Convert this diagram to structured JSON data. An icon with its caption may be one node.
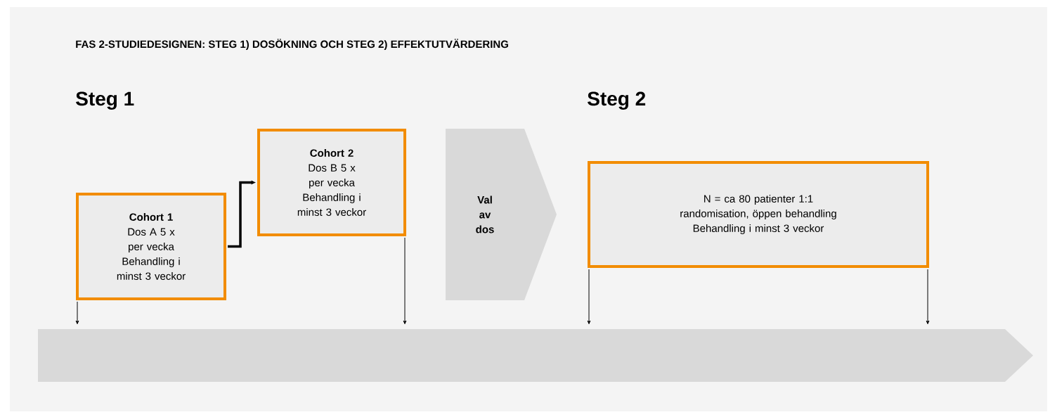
{
  "diagram": {
    "title": "FAS 2-STUDIEDESIGNEN: STEG 1) DOSÖKNING OCH STEG 2) EFFEKTUTVÄRDERING",
    "nodes": [
      {
        "text": [
          "Cohort 1",
          "Dos A 5 x per vecka Behandling i minst 3 veckor"
        ]
      },
      {
        "text": [
          "Cohort 2",
          "Dos B 5 x per vecka Behandling i minst 3 veckor"
        ]
      },
      {
        "text": [
          "N = ca 80 patienter 1:1 randomisation, öppen behandling Behandling i minst 3 veckor"
        ]
      },
      {
        "text": [],
        "shape": "arrow"
      }
    ],
    "edges": [
      {
        "from": 0,
        "to": 1,
        "arrow": "to",
        "style": "thick"
      },
      {
        "from": 1,
        "to": 2,
        "arrow": "to",
        "label": "Val av dos",
        "style": "thick",
        "color": "#d9d9d9"
      },
      {
        "from": 0,
        "to": 3,
        "arrow": "to"
      },
      {
        "from": 1,
        "to": 3,
        "arrow": "to"
      },
      {
        "from": 2,
        "to": 3,
        "arrow": "to"
      },
      {
        "from": 2,
        "to": 3,
        "arrow": "to"
      }
    ],
    "labels": [
      "Steg 1",
      "Steg 2"
    ]
  }
}
